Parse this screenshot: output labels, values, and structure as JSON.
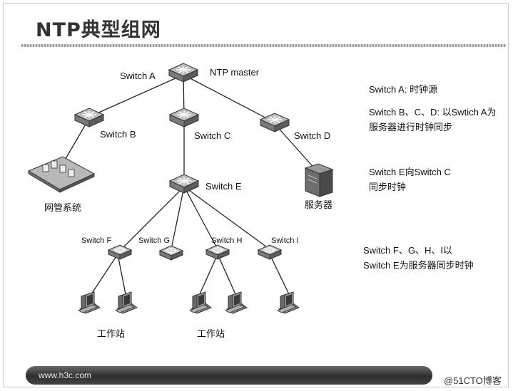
{
  "title": "NTP典型组网",
  "nodes": {
    "switch_a": "Switch A",
    "ntp_master": "NTP master",
    "switch_b": "Switch B",
    "switch_c": "Switch C",
    "switch_d": "Switch D",
    "switch_e": "Switch E",
    "switch_f": "Switch F",
    "switch_g": "Switch G",
    "switch_h": "Switch H",
    "switch_i": "Switch I",
    "nms": "网管系统",
    "server": "服务器",
    "workstation_left": "工作站",
    "workstation_right": "工作站"
  },
  "notes": {
    "note1": "Switch A: 时钟源",
    "note2_line1": "Switch B、C、D: 以Swtich A为",
    "note2_line2": "服务器进行时钟同步",
    "note3_line1": "Switch E向Switch C",
    "note3_line2": "同步时钟",
    "note4_line1": "Switch F、G、H、I以",
    "note4_line2": "Switch E为服务器同步时钟"
  },
  "footer": {
    "url": "www.h3c.com",
    "watermark": "@51CTO博客"
  }
}
